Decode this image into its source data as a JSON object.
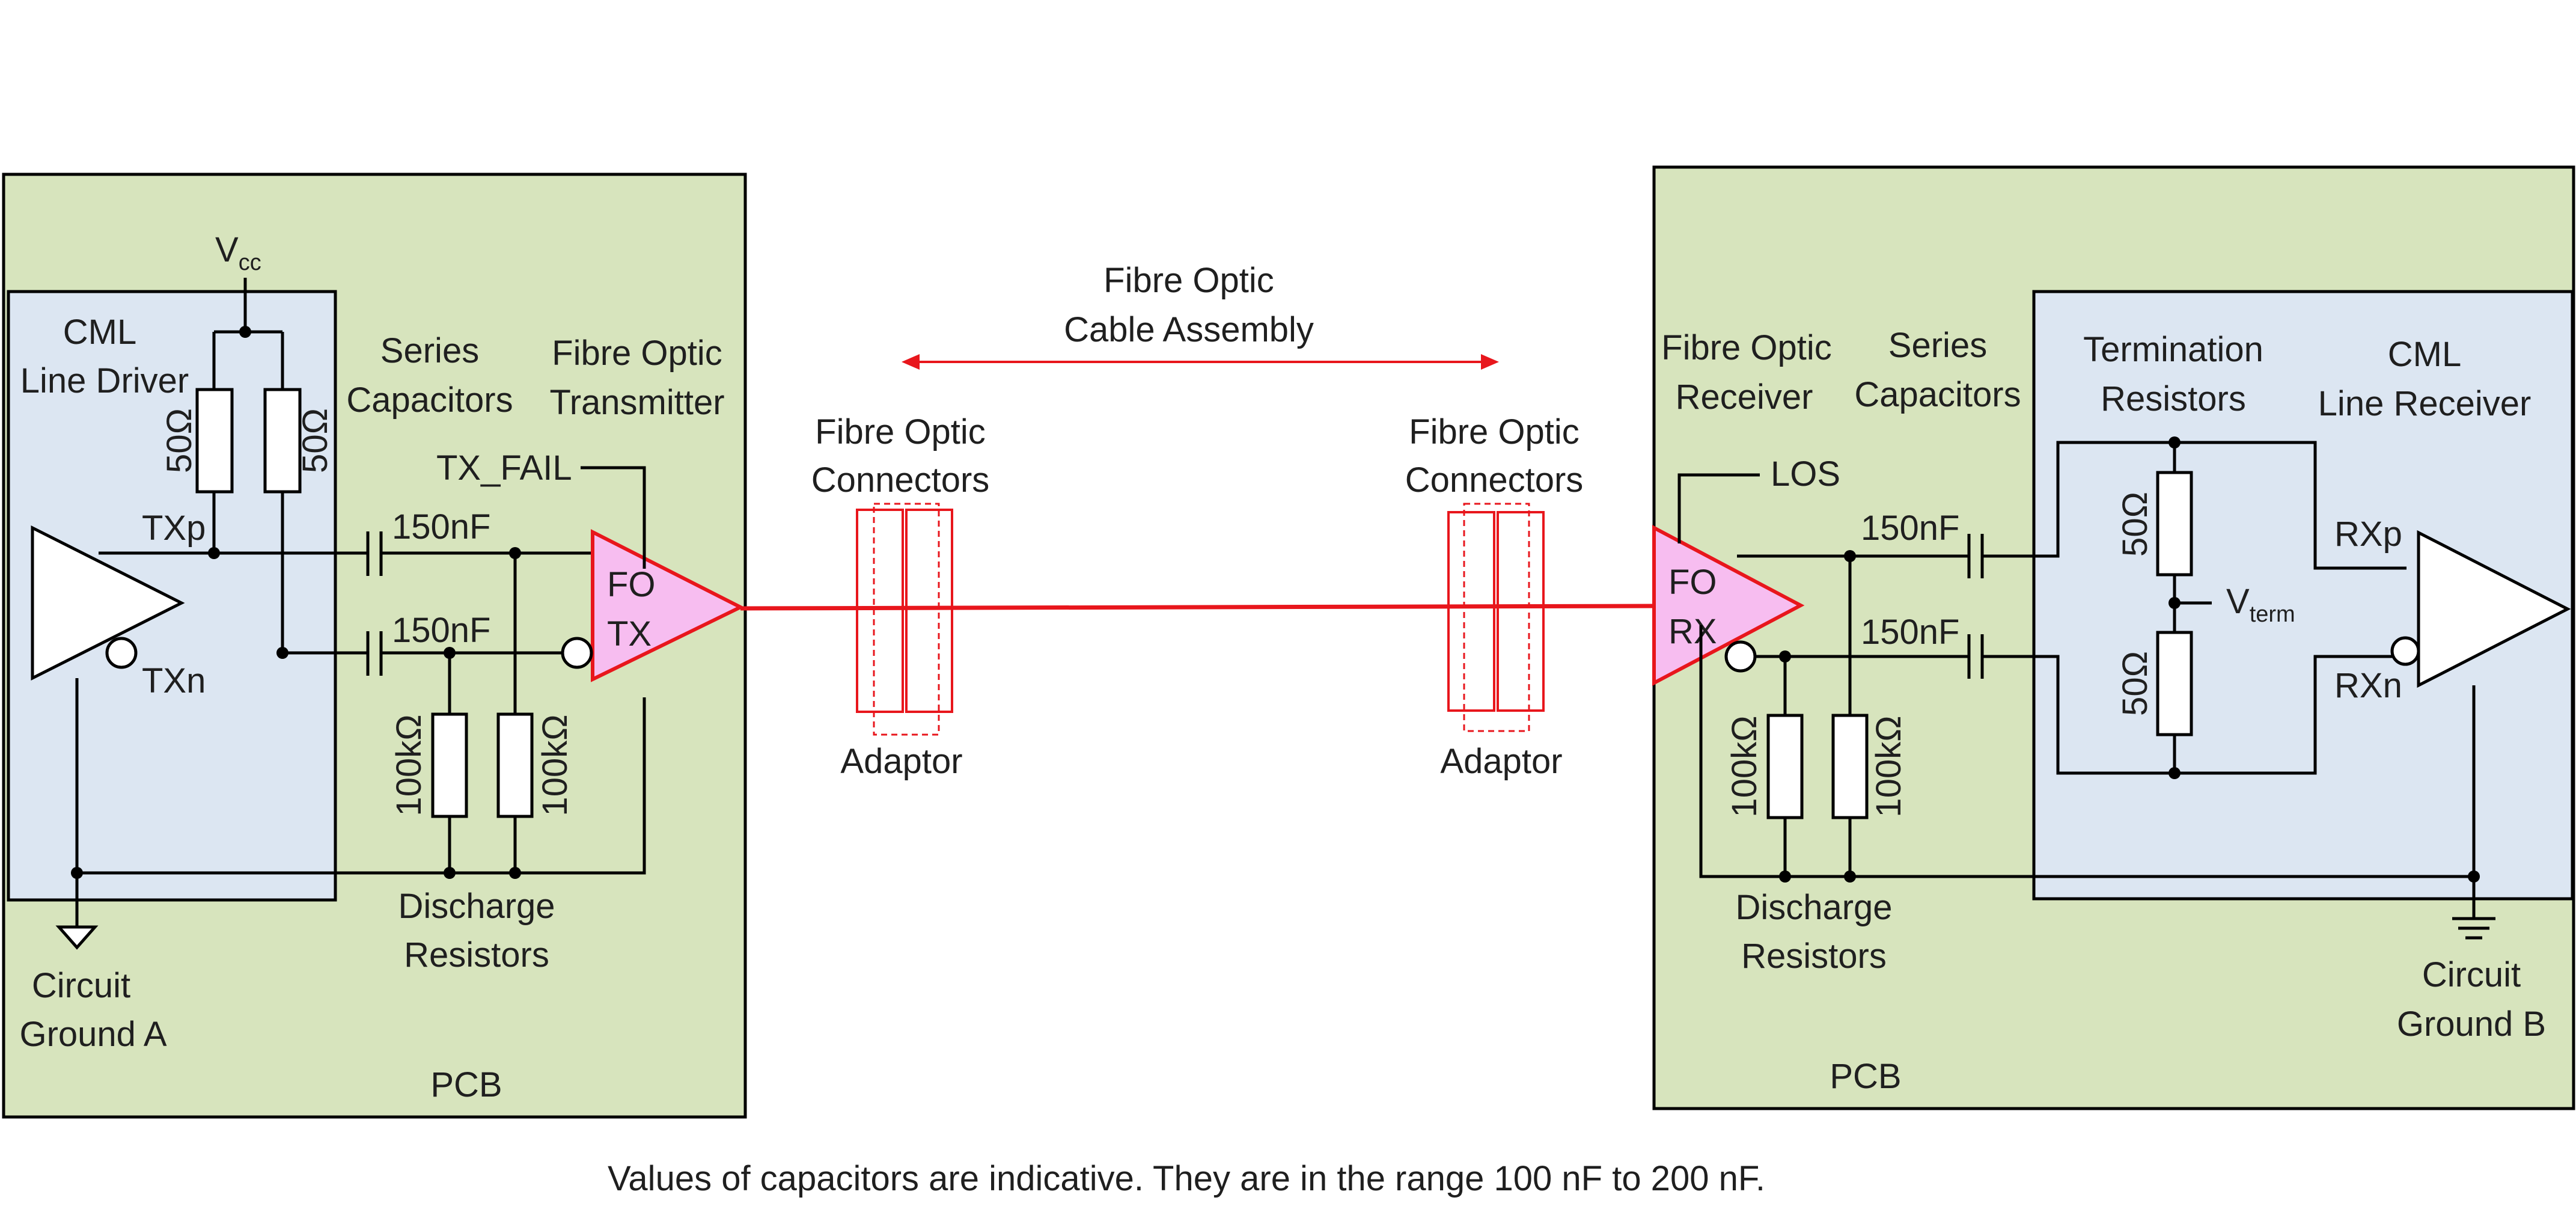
{
  "left_board": {
    "pcb_label": "PCB",
    "vcc_main": "V",
    "vcc_sub": "cc",
    "driver_label": [
      "CML",
      "Line Driver"
    ],
    "series_caps_label": [
      "Series",
      "Capacitors"
    ],
    "transmitter_label": [
      "Fibre Optic",
      "Transmitter"
    ],
    "tx_fail": "TX_FAIL",
    "res_pull": "50Ω",
    "txp": "TXp",
    "txn": "TXn",
    "cap_value": "150nF",
    "tx_block": [
      "FO",
      "TX"
    ],
    "discharge_value": "100kΩ",
    "discharge_label": [
      "Discharge",
      "Resistors"
    ],
    "ground_label": [
      "Circuit",
      "Ground A"
    ]
  },
  "cable": {
    "title": [
      "Fibre Optic",
      "Cable Assembly"
    ],
    "connectors_label": [
      "Fibre Optic",
      "Connectors"
    ],
    "adaptor_label": "Adaptor"
  },
  "right_board": {
    "pcb_label": "PCB",
    "receiver_label": [
      "Fibre Optic",
      "Receiver"
    ],
    "series_caps_label": [
      "Series",
      "Capacitors"
    ],
    "termination_label": [
      "Termination",
      "Resistors"
    ],
    "line_receiver_label": [
      "CML",
      "Line Receiver"
    ],
    "los": "LOS",
    "rx_block": [
      "FO",
      "RX"
    ],
    "cap_value": "150nF",
    "res_term": "50Ω",
    "vterm_main": "V",
    "vterm_sub": "term",
    "rxp": "RXp",
    "rxn": "RXn",
    "discharge_value": "100kΩ",
    "discharge_label": [
      "Discharge",
      "Resistors"
    ],
    "ground_label": [
      "Circuit",
      "Ground B"
    ]
  },
  "footnote": "Values of capacitors are indicative. They are in the range 100 nF to 200 nF.",
  "colors": {
    "pcb": "#d7e4bd",
    "inner_block": "#dce6f2",
    "optical": "#e8161c",
    "fo_fill": "#f7bdf0"
  }
}
